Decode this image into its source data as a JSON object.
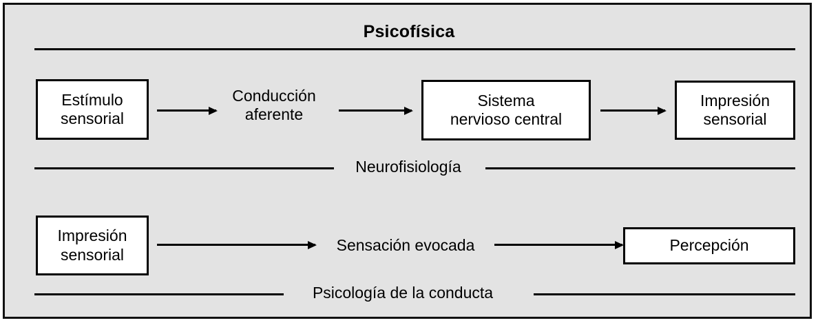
{
  "diagram": {
    "title": "Psicofísica",
    "background_color": "#e3e3e3",
    "border_color": "#111111",
    "node_fill_color": "#ffffff",
    "text_color": "#000000",
    "nodes": [
      {
        "id": "estimulo-sensorial",
        "label": "Estímulo\nsensorial",
        "line1": "Estímulo",
        "line2": "sensorial"
      },
      {
        "id": "conduccion-aferente",
        "label": "Conducción\naferente",
        "line1": "Conducción",
        "line2": "aferente"
      },
      {
        "id": "sistema-nervioso-central",
        "label": "Sistema\nnervioso central",
        "line1": "Sistema",
        "line2": "nervioso central"
      },
      {
        "id": "impresion-sensorial-top",
        "label": "Impresión\nsensorial",
        "line1": "Impresión",
        "line2": "sensorial"
      },
      {
        "id": "impresion-sensorial-bottom",
        "label": "Impresión\nsensorial",
        "line1": "Impresión",
        "line2": "sensorial"
      },
      {
        "id": "sensacion-evocada",
        "label": "Sensación evocada",
        "line1": "Sensación evocada",
        "line2": ""
      },
      {
        "id": "percepcion",
        "label": "Percepción",
        "line1": "Percepción",
        "line2": ""
      }
    ],
    "dividers": [
      {
        "id": "neurofisiologia",
        "label": "Neurofisiología"
      },
      {
        "id": "psicologia-de-la-conducta",
        "label": "Psicología de la conducta"
      }
    ],
    "flows": [
      {
        "from": "estimulo-sensorial",
        "to": "conduccion-aferente"
      },
      {
        "from": "conduccion-aferente",
        "to": "sistema-nervioso-central"
      },
      {
        "from": "sistema-nervioso-central",
        "to": "impresion-sensorial-top"
      },
      {
        "from": "impresion-sensorial-bottom",
        "to": "sensacion-evocada"
      },
      {
        "from": "sensacion-evocada",
        "to": "percepcion"
      }
    ]
  }
}
